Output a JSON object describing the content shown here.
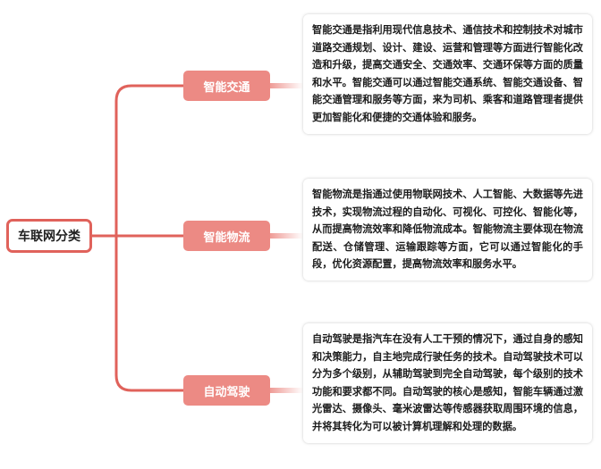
{
  "root": {
    "label": "车联网分类"
  },
  "branches": [
    {
      "label": "智能交通",
      "description": " 智能交通是指利用现代信息技术、通信技术和控制技术对城市道路交通规划、设计、建设、运营和管理等方面进行智能化改造和升级，提高交通安全、交通效率、交通环保等方面的质量和水平。智能交通可以通过智能交通系统、智能交通设备、智能交通管理和服务等方面，来为司机、乘客和道路管理者提供更加智能化和便捷的交通体验和服务。"
    },
    {
      "label": "智能物流",
      "description": " 智能物流是指通过使用物联网技术、人工智能、大数据等先进技术，实现物流过程的自动化、可视化、可控化、智能化等，从而提高物流效率和降低物流成本。智能物流主要体现在物流配送、仓储管理、运输跟踪等方面，它可以通过智能化的手段，优化资源配置，提高物流效率和服务水平。"
    },
    {
      "label": "自动驾驶",
      "description": "自动驾驶是指汽车在没有人工干预的情况下，通过自身的感知和决策能力，自主地完成行驶任务的技术。自动驾驶技术可以分为多个级别，从辅助驾驶到完全自动驾驶，每个级别的技术功能和要求都不同。自动驾驶的核心是感知，智能车辆通过激光雷达、摄像头、毫米波雷达等传感器获取周围环境的信息，并将其转化为可以被计算机理解和处理的数据。"
    }
  ],
  "colors": {
    "connector": "#e0625b",
    "branch_fill": "#ec8a84",
    "root_border": "#e0625b"
  }
}
